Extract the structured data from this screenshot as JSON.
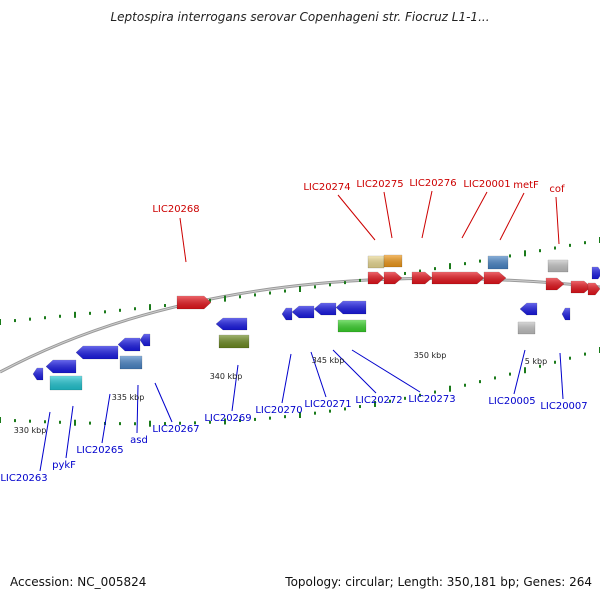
{
  "title": "Leptospira interrogans serovar Copenhageni str. Fiocruz L1-1...",
  "footer": {
    "accession": "Accession: NC_005824",
    "summary": "Topology: circular; Length: 350,181 bp; Genes: 264"
  },
  "colors": {
    "backbone": "#8c8c8c",
    "tick": "#1a7a1a",
    "label_forward": "#cc0000",
    "label_reverse": "#0000cc"
  },
  "kbp_labels": [
    "330 kbp",
    "335 kbp",
    "340 kbp",
    "345 kbp",
    "350 kbp",
    "5 kbp"
  ],
  "gene_labels_top": [
    "LIC20268",
    "LIC20274",
    "LIC20275",
    "LIC20276",
    "LIC20001",
    "metF",
    "cof"
  ],
  "gene_labels_bottom": [
    "LIC20263",
    "pykF",
    "LIC20265",
    "asd",
    "LIC20267",
    "LIC20269",
    "LIC20270",
    "LIC20271",
    "LIC20272",
    "LIC20273",
    "LIC20005",
    "LIC20007"
  ]
}
